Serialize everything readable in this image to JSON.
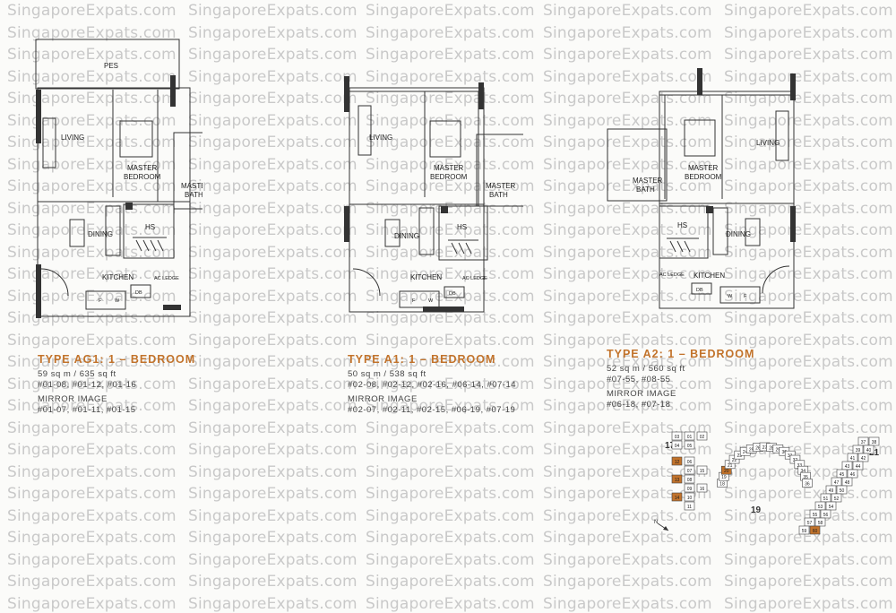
{
  "watermark": {
    "text": "SingaporeExpats.com"
  },
  "plans": [
    {
      "rooms": {
        "pes": "PES",
        "living": "LIVING",
        "master_bedroom_1": "MASTER",
        "master_bedroom_2": "BEDROOM",
        "master_bath_1": "MASTER",
        "master_bath_2": "BATH",
        "hs": "HS",
        "dining": "DINING",
        "kitchen": "KITCHEN",
        "ac_ledge": "AC LEDGE",
        "db": "DB",
        "f": "F",
        "w": "W"
      },
      "info": {
        "title": "TYPE AG1: 1 – BEDROOM",
        "area": "59 sq m / 635 sq ft",
        "units": "#01-08, #01-12, #01-16",
        "mirror_label": "MIRROR IMAGE",
        "mirror_units": "#01-07, #01-11, #01-15"
      }
    },
    {
      "rooms": {
        "living": "LIVING",
        "master_bedroom_1": "MASTER",
        "master_bedroom_2": "BEDROOM",
        "master_bath_1": "MASTER",
        "master_bath_2": "BATH",
        "hs": "HS",
        "dining": "DINING",
        "kitchen": "KITCHEN",
        "ac_ledge": "AC LEDGE",
        "db": "DB",
        "f": "F",
        "w": "W"
      },
      "info": {
        "title": "TYPE A1: 1 – BEDROOM",
        "area": "50 sq m / 538 sq ft",
        "units": "#02-08, #02-12, #02-16, #06-14, #07-14",
        "mirror_label": "MIRROR IMAGE",
        "mirror_units": "#02-07, #02-11, #02-15, #06-19, #07-19"
      }
    },
    {
      "rooms": {
        "living": "LIVING",
        "master_bedroom_1": "MASTER",
        "master_bedroom_2": "BEDROOM",
        "master_bath_1": "MASTER",
        "master_bath_2": "BATH",
        "hs": "HS",
        "dining": "DINING",
        "kitchen": "KITCHEN",
        "ac_ledge": "AC LEDGE",
        "db": "DB",
        "f": "F",
        "w": "W"
      },
      "info": {
        "title": "TYPE A2: 1 – BEDROOM",
        "area": "52 sq m / 560 sq ft",
        "units": "#07-55, #08-55",
        "mirror_label": "MIRROR IMAGE",
        "mirror_units": "#06-18, #07-18"
      }
    }
  ],
  "keyplan": {
    "blocks": [
      "17",
      "19",
      "21"
    ],
    "north": "N",
    "unit_numbers_17": [
      "03",
      "01",
      "02",
      "04",
      "05",
      "06",
      "07",
      "08",
      "09",
      "10",
      "11",
      "12",
      "13",
      "14",
      "15",
      "16"
    ],
    "unit_numbers_19": [
      "18",
      "19",
      "20",
      "21",
      "22",
      "23",
      "24",
      "25",
      "26",
      "27",
      "28",
      "29",
      "30",
      "31",
      "32",
      "33",
      "34",
      "35",
      "36"
    ],
    "unit_numbers_21": [
      "37",
      "38",
      "39",
      "40",
      "41",
      "42",
      "43",
      "44",
      "45",
      "46",
      "47",
      "48",
      "49",
      "50",
      "51",
      "52",
      "53",
      "54",
      "55",
      "56",
      "57",
      "58",
      "59",
      "60"
    ]
  },
  "colors": {
    "title_accent": "#c2732b",
    "highlight_units": "#c2732b"
  }
}
